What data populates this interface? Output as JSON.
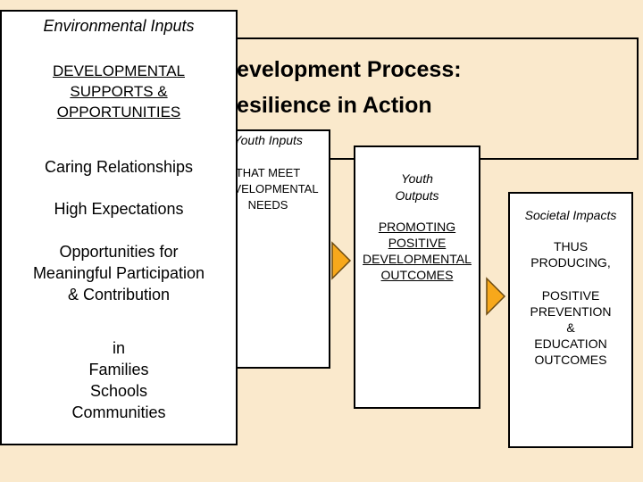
{
  "title": {
    "line1": "Development Process:",
    "line2": "Resilience in Action"
  },
  "environmental": {
    "heading": "Environmental Inputs",
    "supports": [
      "DEVELOPMENTAL",
      "SUPPORTS &",
      "OPPORTUNITIES"
    ],
    "items": [
      "Caring Relationships",
      "High Expectations",
      "Opportunities for",
      "Meaningful Participation",
      "& Contribution"
    ],
    "settings": [
      "in",
      "Families",
      "Schools",
      "Communities"
    ]
  },
  "youth_inputs": {
    "heading": "Youth Inputs",
    "text": [
      "THAT MEET",
      "DEVELOPMENTAL",
      "NEEDS"
    ]
  },
  "youth_outputs": {
    "heading": [
      "Youth",
      "Outputs"
    ],
    "text": [
      "PROMOTING",
      "POSITIVE",
      "DEVELOPMENTAL",
      "OUTCOMES"
    ]
  },
  "societal": {
    "heading": "Societal Impacts",
    "text1": [
      "THUS",
      "PRODUCING,"
    ],
    "text2": [
      "POSITIVE",
      "PREVENTION",
      "&",
      "EDUCATION",
      "OUTCOMES"
    ]
  },
  "colors": {
    "background": "#fae9cc",
    "arrow": "#f7a81b"
  }
}
